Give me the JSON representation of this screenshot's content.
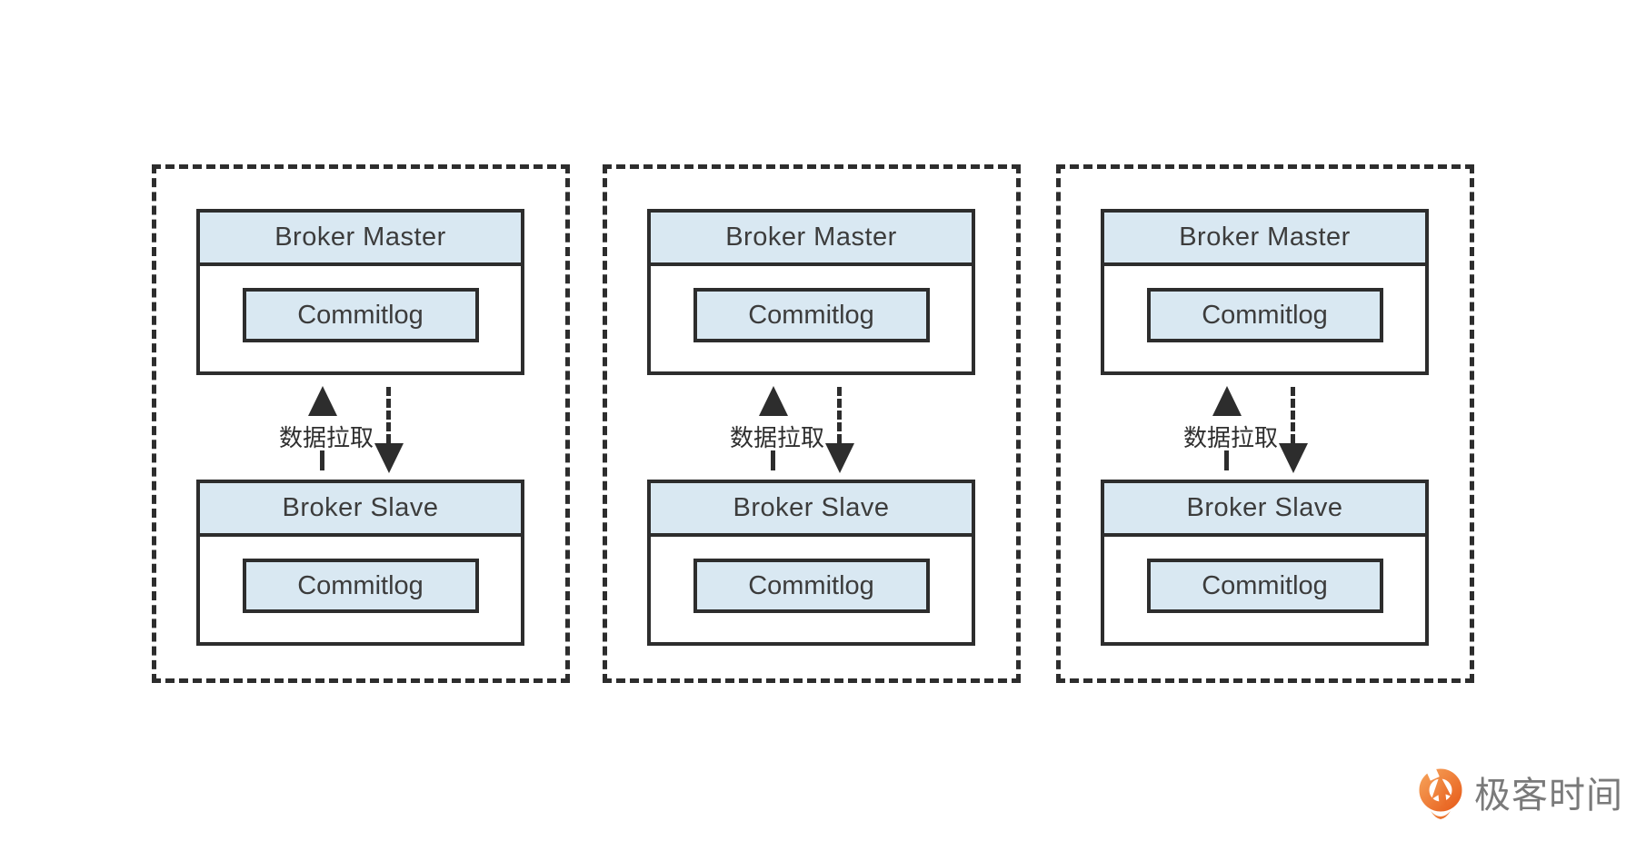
{
  "theme": {
    "bg": "#ffffff",
    "line": "#2d2d2d",
    "box-fill": "#d9e8f2",
    "box-text": "#3c3c3c",
    "label-text": "#2f2f2f",
    "logo-orange": "#ee7127",
    "logo-orange-light": "#f59d55",
    "logo-text-color": "#7a7a7a"
  },
  "icons": {
    "arrow_up": "solid-triangle-up",
    "arrow_down": "solid-triangle-down",
    "logo": "geektime-orange-pin"
  },
  "groups": [
    {
      "master": {
        "title": "Broker Master",
        "inner": "Commitlog"
      },
      "slave": {
        "title": "Broker Slave",
        "inner": "Commitlog"
      },
      "arrow_label": "数据拉取"
    },
    {
      "master": {
        "title": "Broker Master",
        "inner": "Commitlog"
      },
      "slave": {
        "title": "Broker Slave",
        "inner": "Commitlog"
      },
      "arrow_label": "数据拉取"
    },
    {
      "master": {
        "title": "Broker Master",
        "inner": "Commitlog"
      },
      "slave": {
        "title": "Broker Slave",
        "inner": "Commitlog"
      },
      "arrow_label": "数据拉取"
    }
  ],
  "logo": {
    "text": "极客时间"
  }
}
